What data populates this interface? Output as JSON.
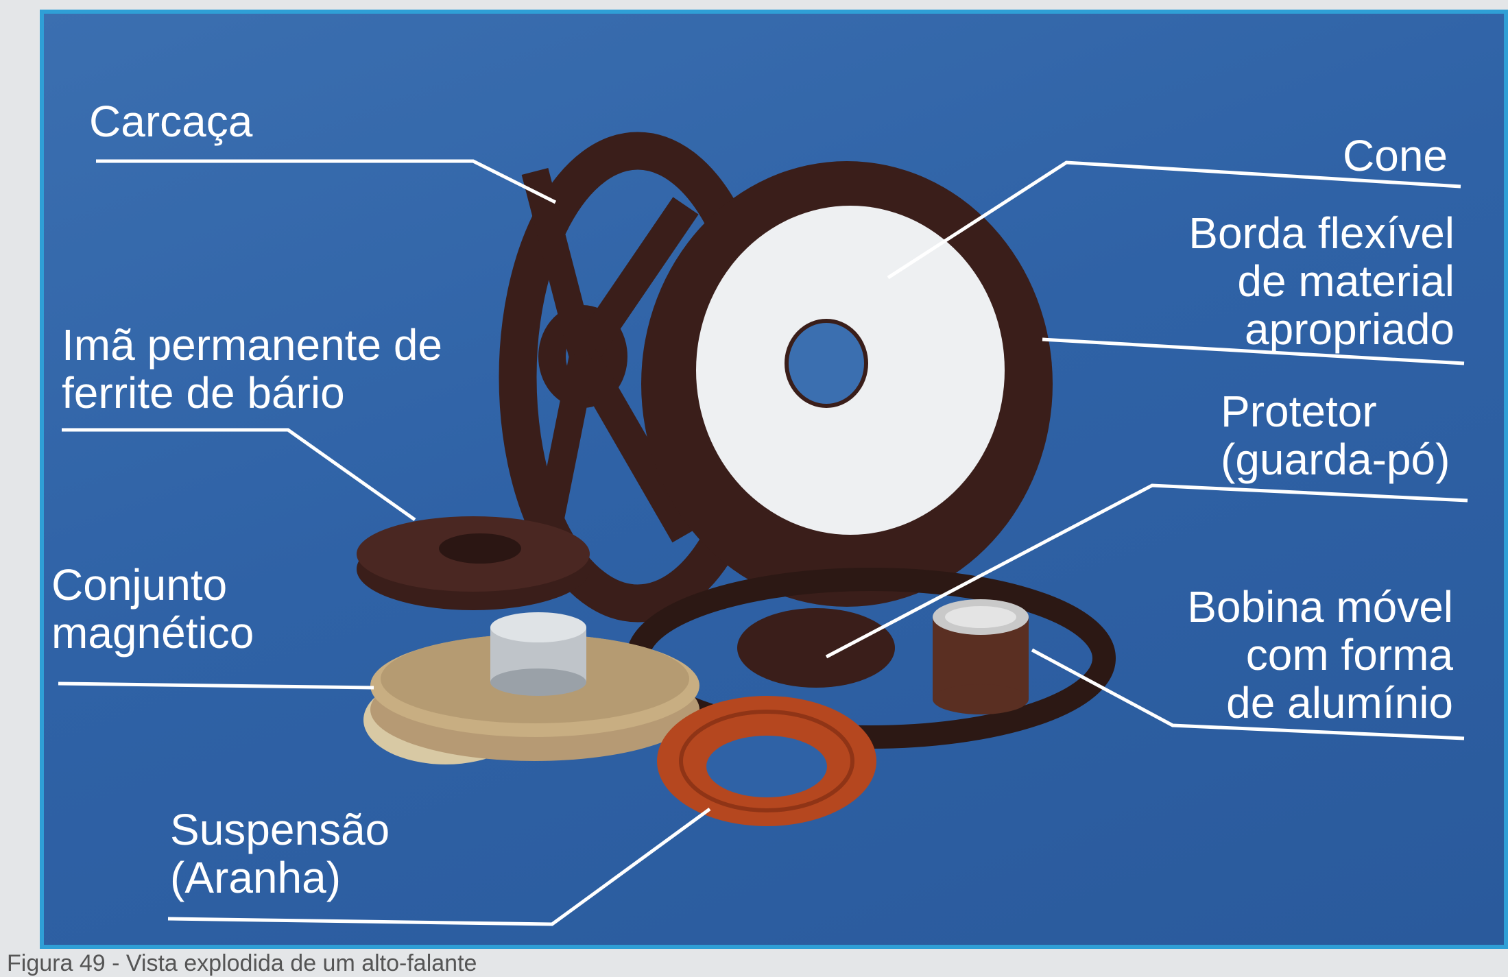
{
  "labels": {
    "carcaca": "Carcaça",
    "cone": "Cone",
    "borda": "Borda flexível\nde material\napropriado",
    "ima": "Imã permanente de\nferrite de bário",
    "protetor": "Protetor\n(guarda-pó)",
    "conjunto": "Conjunto\nmagnético",
    "bobina": "Bobina móvel\ncom forma\nde alumínio",
    "suspensao": "Suspensão\n(Aranha)"
  },
  "caption": "Figura 49 - Vista explodida de um alto-falante"
}
